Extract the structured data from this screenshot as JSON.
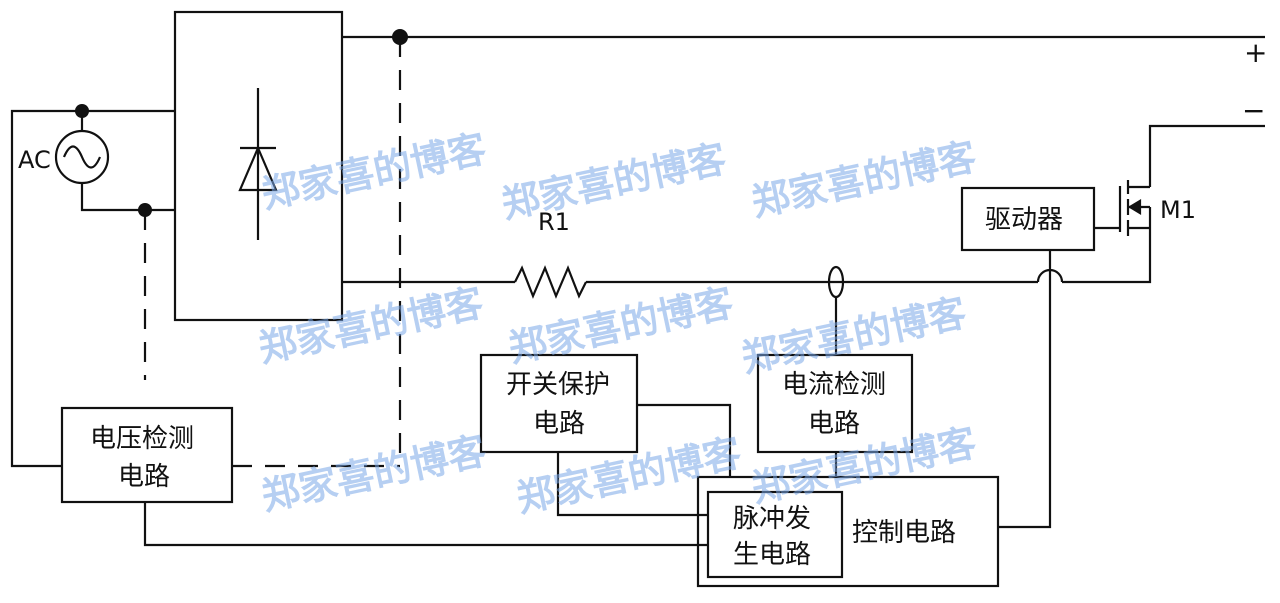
{
  "labels": {
    "ac": "AC",
    "plus": "+",
    "minus": "−",
    "r1": "R1",
    "m1": "M1",
    "driver": "驱动器",
    "voltage_detect_line1": "电压检测",
    "voltage_detect_line2": "电路",
    "switch_protect_line1": "开关保护",
    "switch_protect_line2": "电路",
    "current_detect_line1": "电流检测",
    "current_detect_line2": "电路",
    "pulse_gen_line1": "脉冲发",
    "pulse_gen_line2": "生电路",
    "control": "控制电路"
  },
  "watermark": "郑家喜的博客",
  "colors": {
    "wire": "#111111",
    "watermark": "#7aa7e8"
  }
}
